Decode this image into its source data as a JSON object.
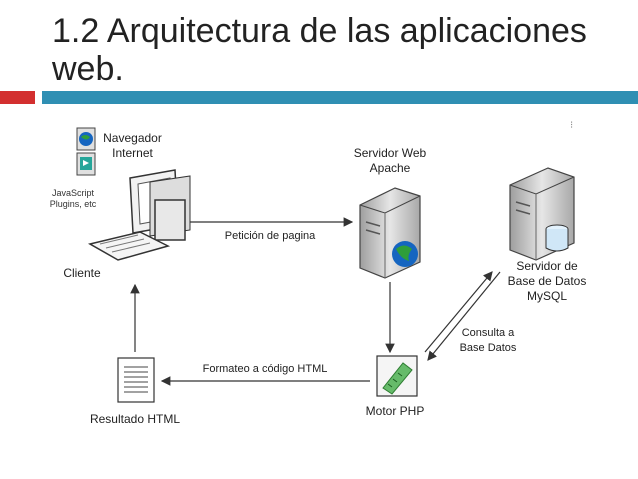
{
  "slide": {
    "title": "1.2 Arquitectura de las aplicaciones web."
  },
  "diagram": {
    "browser_label": "Navegador\nInternet",
    "js_label": "JavaScript\nPlugins, etc",
    "client_label": "Cliente",
    "server_label": "Servidor Web\nApache",
    "db_label": "Servidor de\nBase de Datos\nMySQL",
    "engine_label": "Motor PHP",
    "result_label": "Resultado HTML",
    "edge_request": "Petición de pagina",
    "edge_format": "Formateo a código HTML",
    "edge_query": "Consulta a\nBase Datos",
    "accent_colors": {
      "red": "#d32f2f",
      "blue": "#2f8fb3",
      "server_grey": "#c8c8c8",
      "globe_blue": "#1565c0",
      "globe_green": "#2e9e3a"
    }
  }
}
